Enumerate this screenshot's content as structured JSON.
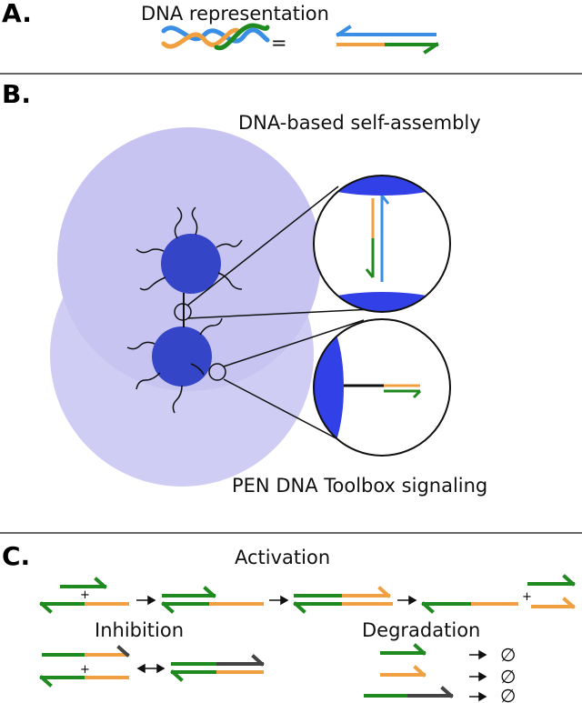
{
  "panel_a": {
    "label": "A.",
    "title": "DNA representation",
    "equals": "="
  },
  "panel_b": {
    "label": "B.",
    "top_caption": "DNA-based self-assembly",
    "bottom_caption": "PEN DNA Toolbox signaling"
  },
  "panel_c": {
    "label": "C.",
    "activation": "Activation",
    "inhibition": "Inhibition",
    "degradation": "Degradation",
    "plus": "+",
    "empty_set": "∅"
  },
  "colors": {
    "green": "#1f8a1f",
    "orange": "#f0a040",
    "blue": "#3a8ee6",
    "dark_gray": "#444444",
    "halo": "#c8c4f2",
    "halo_overlap": "#a9a3ea",
    "particle": "#3445c8",
    "inset_blue": "#3240e8"
  }
}
